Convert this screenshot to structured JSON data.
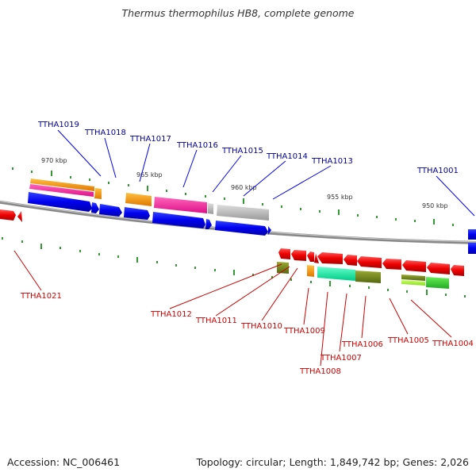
{
  "title": "Thermus thermophilus HB8, complete genome",
  "footer": {
    "accession": "Accession: NC_006461",
    "summary": "Topology: circular; Length: 1,849,742 bp; Genes: 2,026"
  },
  "colors": {
    "top_label": "#000099",
    "bottom_label": "#cc0000",
    "backbone": "#888888",
    "tick": "#339933"
  },
  "scale_labels": [
    "970 kbp",
    "965 kbp",
    "960 kbp",
    "955 kbp",
    "950 kbp"
  ],
  "top_genes": [
    "TTHA1019",
    "TTHA1018",
    "TTHA1017",
    "TTHA1016",
    "TTHA1015",
    "TTHA1014",
    "TTHA1013",
    "TTHA1001"
  ],
  "bottom_genes": [
    "TTHA1021",
    "TTHA1012",
    "TTHA1011",
    "TTHA1010",
    "TTHA1009",
    "TTHA1008",
    "TTHA1007",
    "TTHA1006",
    "TTHA1005",
    "TTHA1004"
  ]
}
